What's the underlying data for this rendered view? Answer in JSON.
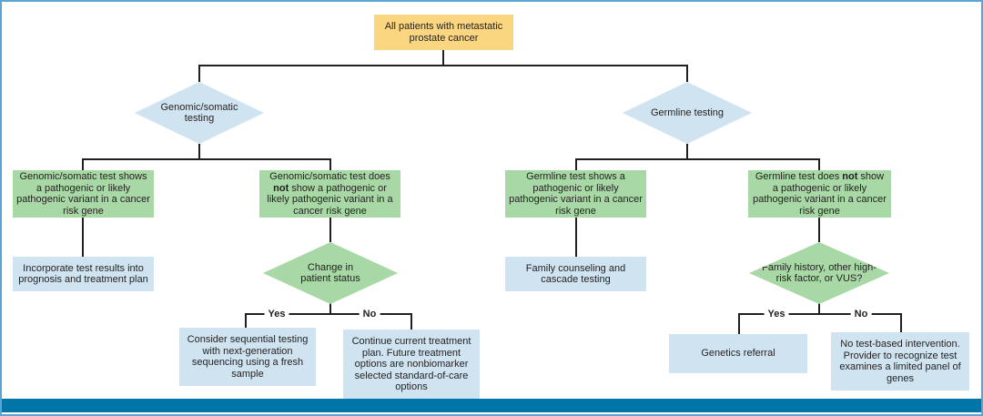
{
  "title": "All patients with metastatic prostate cancer",
  "colors": {
    "root_fill": "#fbd680",
    "decision_fill_blue": "#cfe4f0",
    "result_fill_green": "#a8d8a5",
    "outcome_fill_blue": "#cfe4f0",
    "connector_line": "#231f20",
    "frame_border": "#58a5d6",
    "footer_bar": "#0076a8"
  },
  "somatic": {
    "decision": "Genomic/somatic testing",
    "positive_result": "Genomic/somatic test shows a pathogenic or likely pathogenic variant in a cancer risk gene",
    "negative_result_prefix": "Genomic/somatic test does ",
    "negative_result_bold": "not",
    "negative_result_suffix": " show a pathogenic or likely pathogenic variant in a cancer risk gene",
    "positive_action": "Incorporate test results into prognosis and treatment plan",
    "change_decision": "Change in patient status",
    "yes": "Yes",
    "no": "No",
    "yes_action": "Consider sequential testing with next-generation sequencing using a fresh sample",
    "no_action": "Continue current treatment plan. Future treatment options are nonbiomarker selected standard-of-care options"
  },
  "germline": {
    "decision": "Germline testing",
    "positive_result": "Germline test shows a pathogenic or likely pathogenic variant in a cancer risk gene",
    "negative_result_prefix": "Germline test does ",
    "negative_result_bold": "not",
    "negative_result_suffix": " show a pathogenic or likely pathogenic variant in a cancer risk gene",
    "positive_action": "Family counseling and cascade testing",
    "risk_decision": "Family history, other high-risk factor, or VUS?",
    "yes": "Yes",
    "no": "No",
    "yes_action": "Genetics referral",
    "no_action": "No test-based intervention. Provider to recognize test examines a limited panel of genes"
  }
}
